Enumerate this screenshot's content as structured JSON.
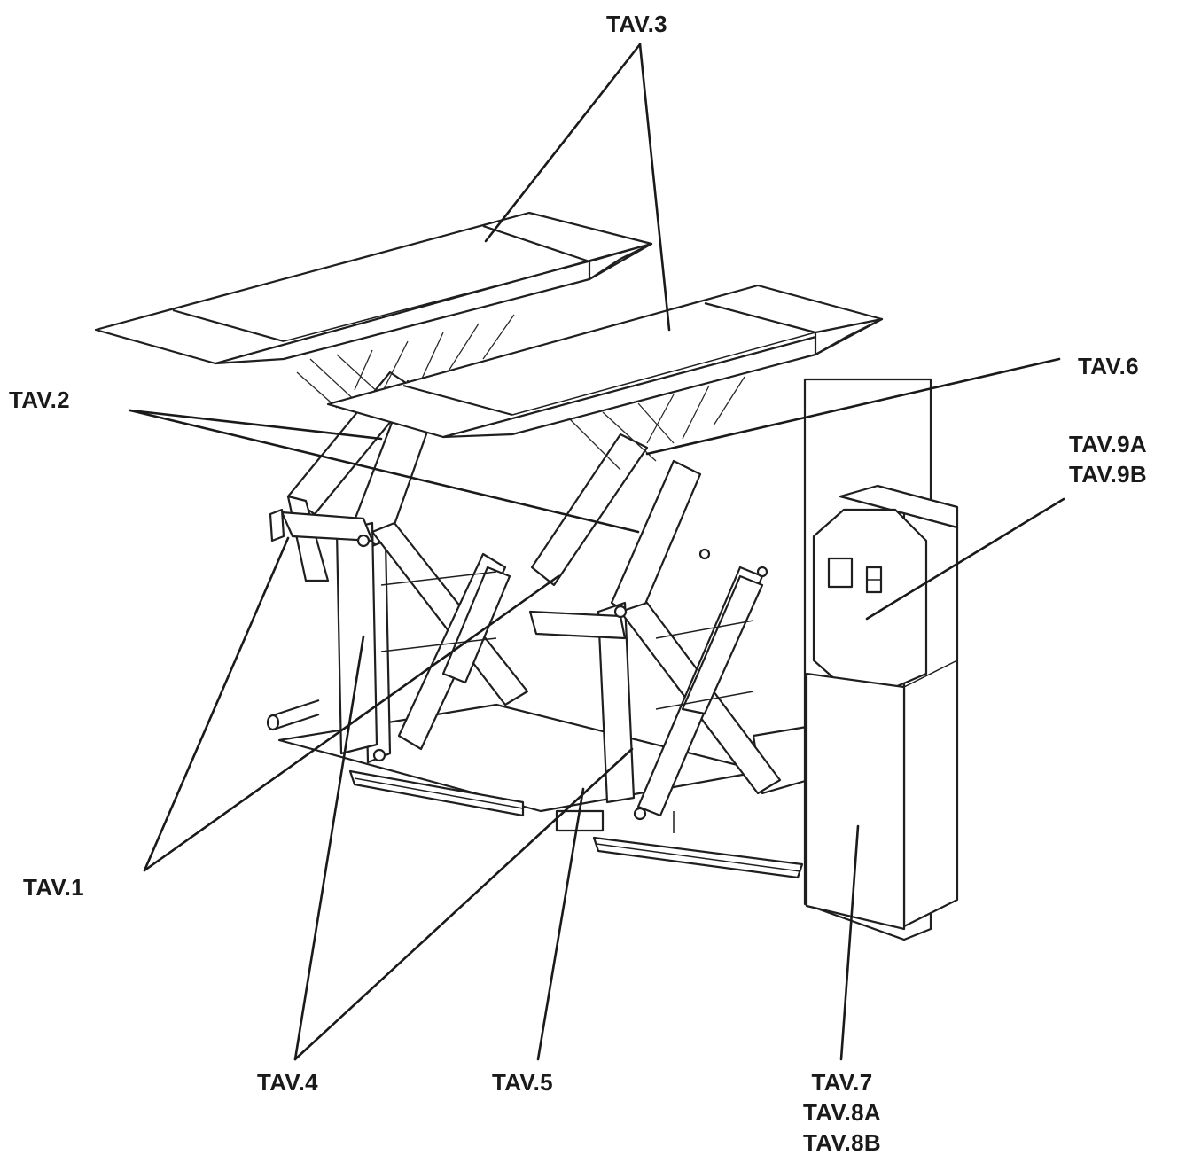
{
  "labels": {
    "tav3": "TAV.3",
    "tav2": "TAV.2",
    "tav6": "TAV.6",
    "tav9": [
      "TAV.9A",
      "TAV.9B"
    ],
    "tav1": "TAV.1",
    "tav4": "TAV.4",
    "tav5": "TAV.5",
    "tav7_8": [
      "TAV.7",
      "TAV.8A",
      "TAV.8B"
    ]
  },
  "colors": {
    "ink": "#1a1a1a",
    "background": "#ffffff"
  }
}
